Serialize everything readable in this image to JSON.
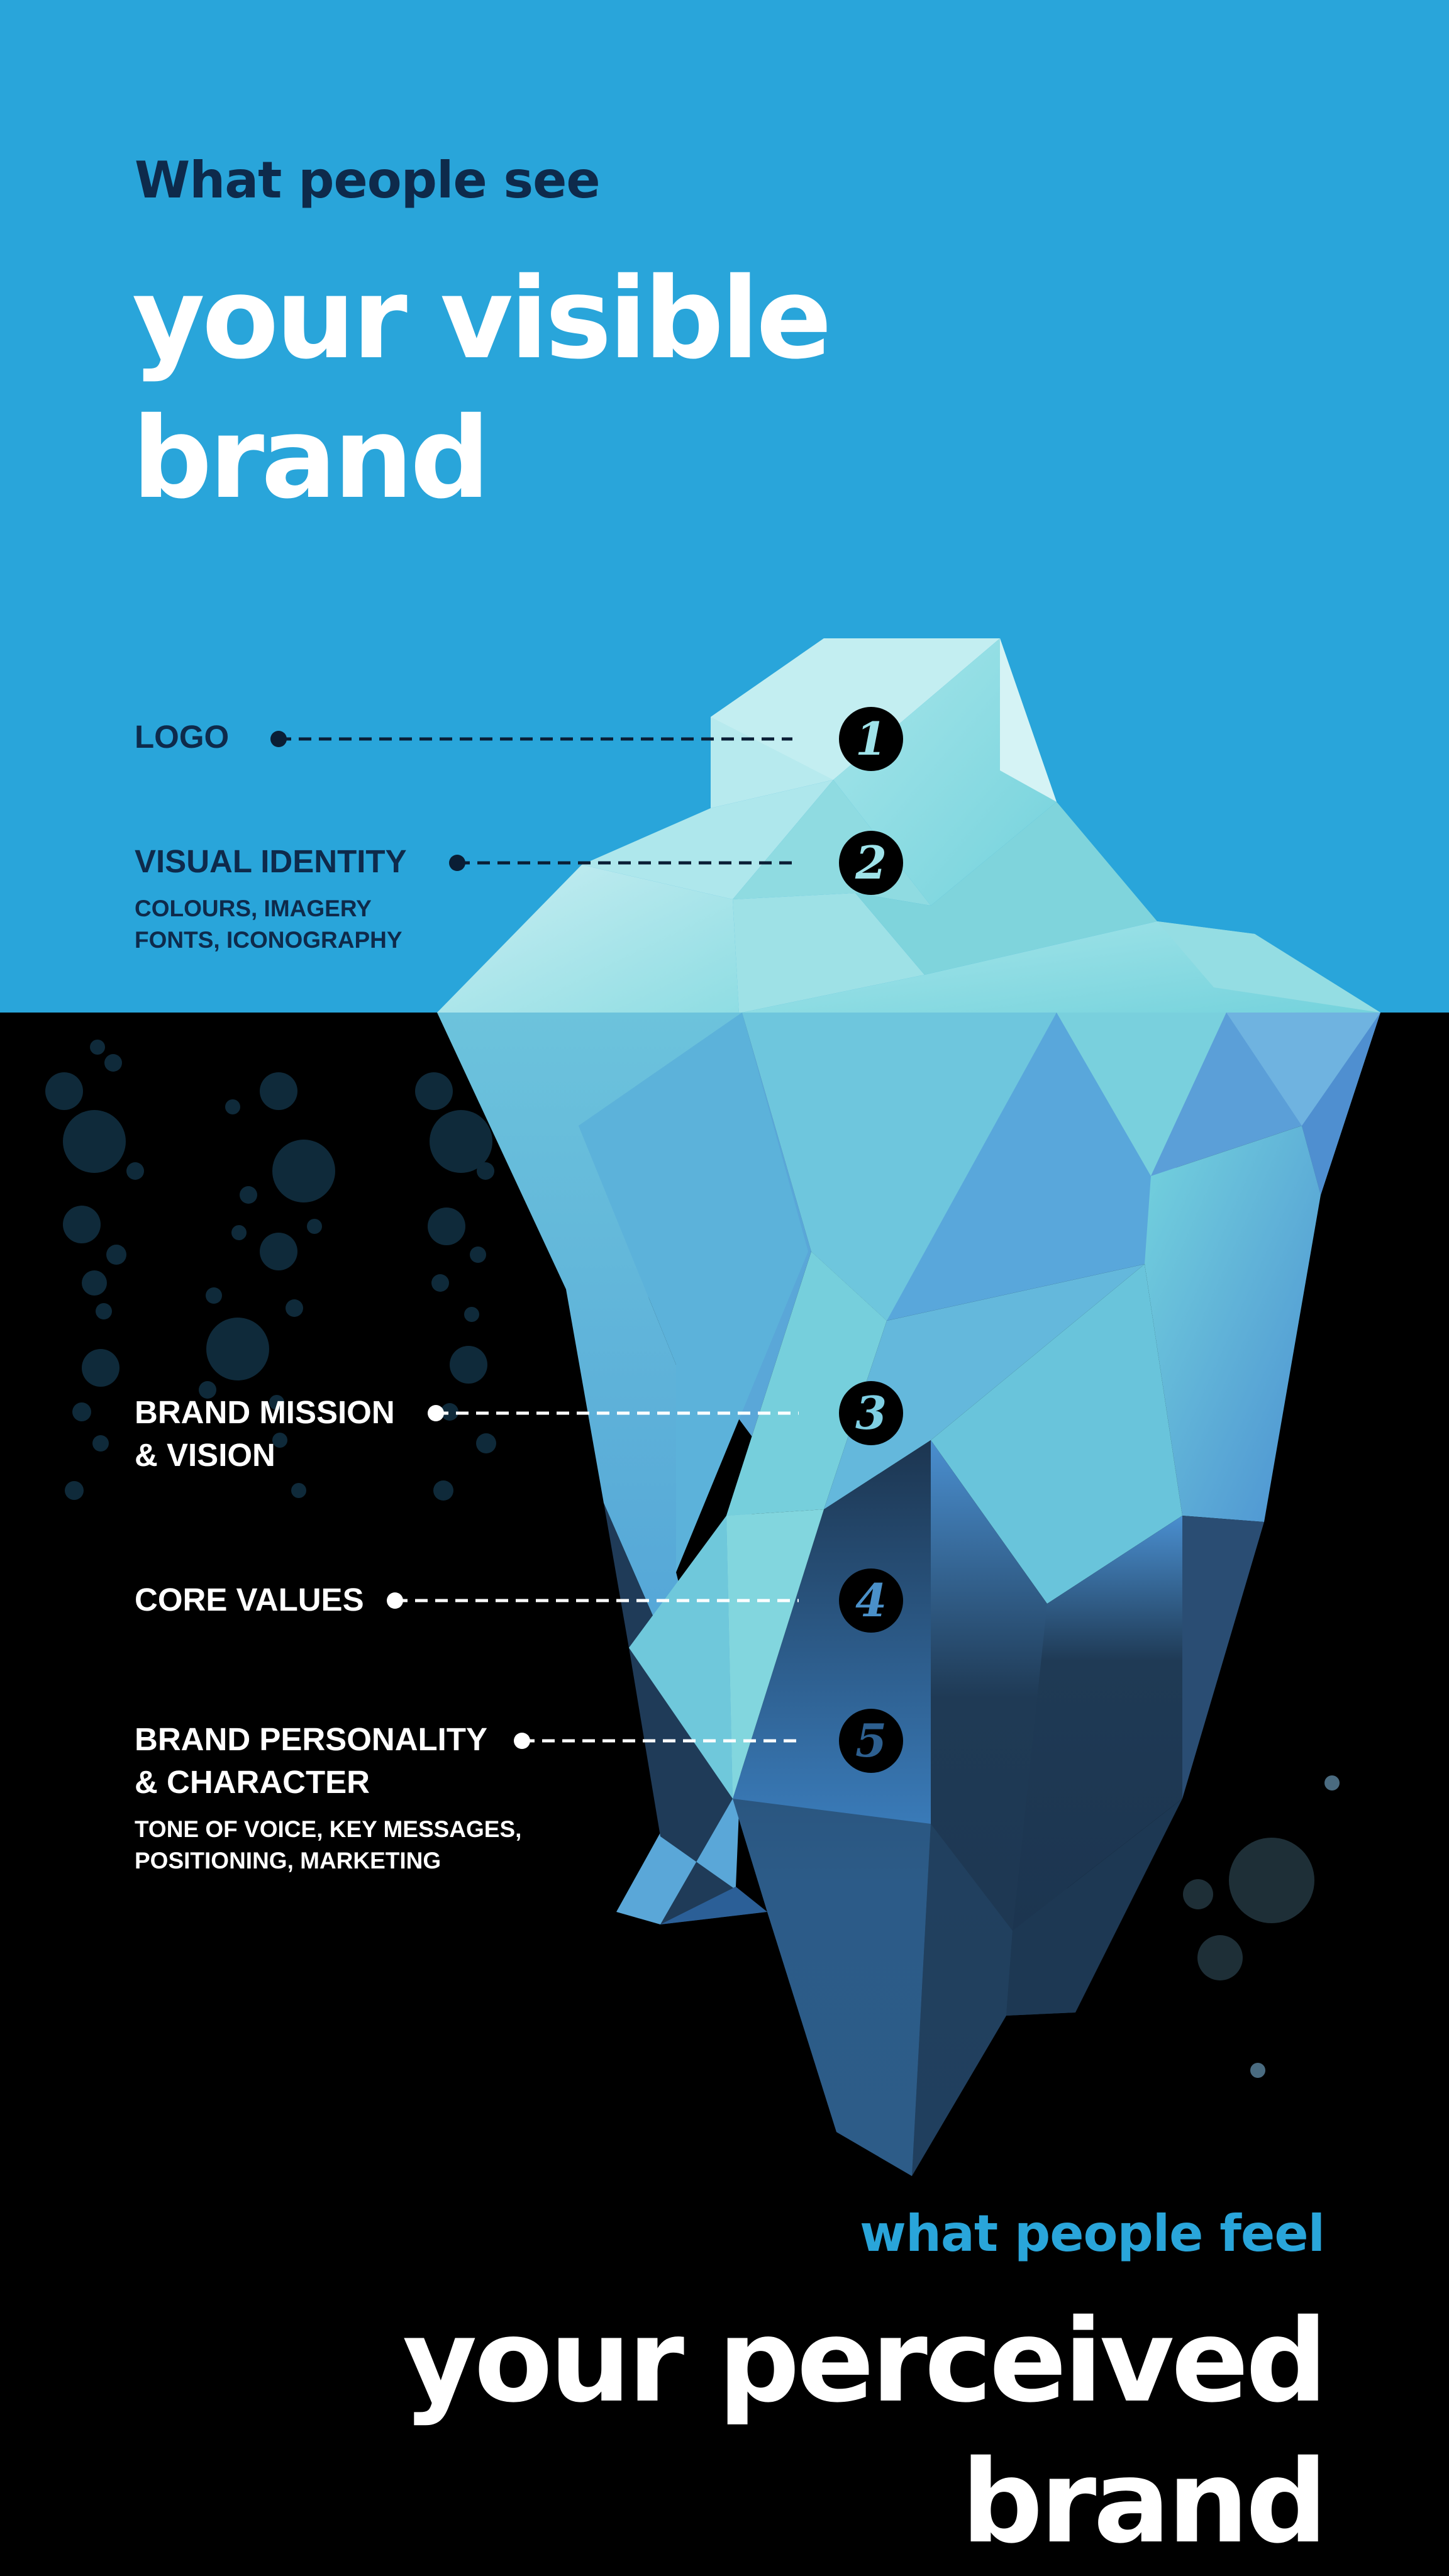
{
  "colors": {
    "sky": "#29a5da",
    "deep": "#000000",
    "navy": "#0e2a4b",
    "white": "#ffffff",
    "accent_blue": "#29a5da"
  },
  "top": {
    "eyebrow": "What people see",
    "headline_line1": "your visible",
    "headline_line2": "brand"
  },
  "bottom": {
    "eyebrow": "what people feel",
    "headline_line1": "your perceived",
    "headline_line2": "brand"
  },
  "layers": [
    {
      "number": "1",
      "title": "LOGO",
      "title_line2": "",
      "subtitle_line1": "",
      "subtitle_line2": ""
    },
    {
      "number": "2",
      "title": "VISUAL IDENTITY",
      "title_line2": "",
      "subtitle_line1": "COLOURS, IMAGERY",
      "subtitle_line2": "FONTS, ICONOGRAPHY"
    },
    {
      "number": "3",
      "title": "BRAND MISSION",
      "title_line2": "& VISION",
      "subtitle_line1": "",
      "subtitle_line2": ""
    },
    {
      "number": "4",
      "title": "CORE VALUES",
      "title_line2": "",
      "subtitle_line1": "",
      "subtitle_line2": ""
    },
    {
      "number": "5",
      "title": "BRAND PERSONALITY",
      "title_line2": "& CHARACTER",
      "subtitle_line1": "TONE OF VOICE, KEY MESSAGES,",
      "subtitle_line2": "POSITIONING, MARKETING"
    }
  ]
}
